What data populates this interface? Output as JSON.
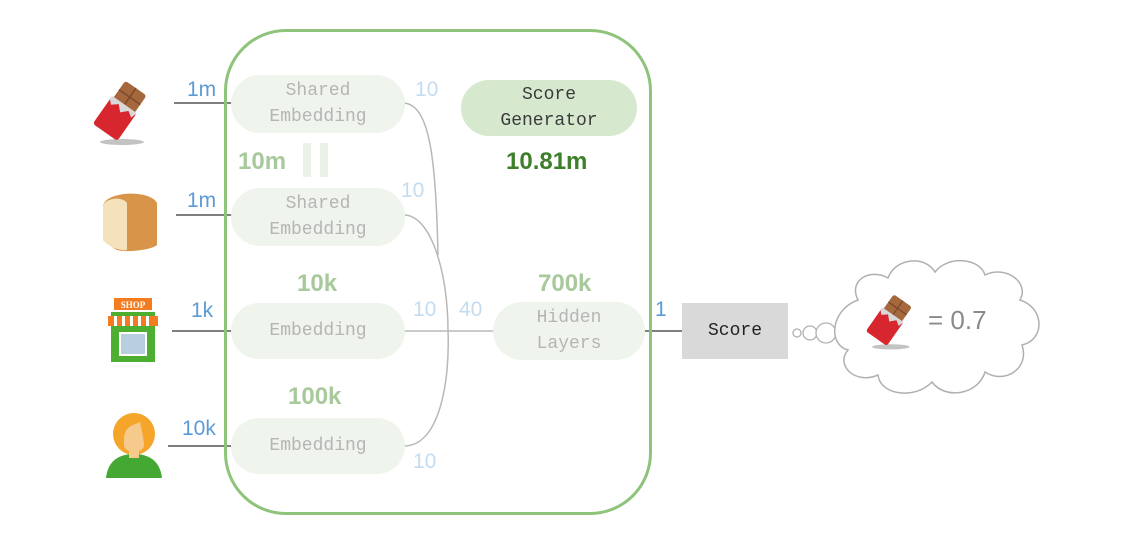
{
  "inputs": [
    {
      "name": "chocolate",
      "icon": "chocolate-bar-icon",
      "vocab": "1m"
    },
    {
      "name": "bread",
      "icon": "bread-icon",
      "vocab": "1m"
    },
    {
      "name": "shop",
      "icon": "shop-icon",
      "vocab": "1k",
      "shop_sign": "SHOP"
    },
    {
      "name": "user",
      "icon": "user-icon",
      "vocab": "10k"
    }
  ],
  "embeddings": [
    {
      "label_line1": "Shared",
      "label_line2": "Embedding",
      "out_dim": "10"
    },
    {
      "label_line1": "Shared",
      "label_line2": "Embedding",
      "out_dim": "10",
      "params": "10m",
      "shared_marker": "="
    },
    {
      "label_line1": "Embedding",
      "out_dim": "10",
      "params": "10k"
    },
    {
      "label_line1": "Embedding",
      "out_dim": "10",
      "params": "100k"
    }
  ],
  "hidden": {
    "label_line1": "Hidden",
    "label_line2": "Layers",
    "in_dim": "40",
    "out_dim": "1",
    "params": "700k"
  },
  "generator": {
    "label_line1": "Score",
    "label_line2": "Generator",
    "params": "10.81m"
  },
  "score": {
    "label": "Score"
  },
  "thought": {
    "icon": "chocolate-bar-icon",
    "result": "= 0.7"
  },
  "colors": {
    "container_border": "#8dc47a",
    "pill_bg": "#eff4ed",
    "generator_bg": "#d6e9cf",
    "params_light": "#a8c99c",
    "params_dark": "#3e7f2a",
    "input_label": "#5b9bd5",
    "edge_label": "#c4dcf0",
    "score_bg": "#d9d9d9"
  }
}
